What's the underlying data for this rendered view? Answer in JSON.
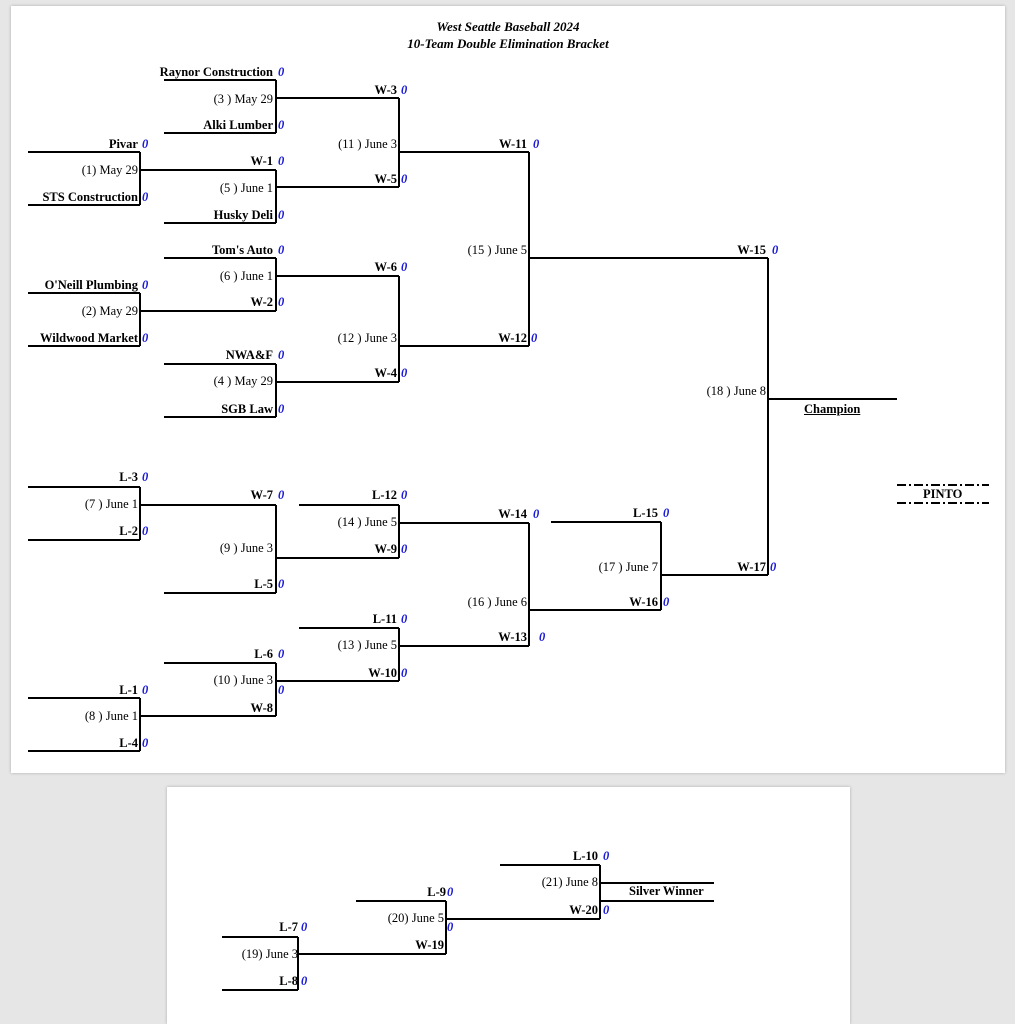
{
  "header": {
    "title": "West Seattle Baseball 2024",
    "subtitle": "10-Team Double Elimination Bracket"
  },
  "score": "0",
  "teams": {
    "raynor": "Raynor Construction",
    "alki": "Alki Lumber",
    "pivar": "Pivar",
    "sts": "STS Construction",
    "husky": "Husky Deli",
    "toms": "Tom's Auto",
    "oneill": "O'Neill Plumbing",
    "wildwood": "Wildwood Market",
    "nwaf": "NWA&F",
    "sgb": "SGB Law"
  },
  "slots": {
    "w1": "W-1",
    "w2": "W-2",
    "w3": "W-3",
    "w4": "W-4",
    "w5": "W-5",
    "w6": "W-6",
    "w7": "W-7",
    "w8": "W-8",
    "w9": "W-9",
    "w10": "W-10",
    "w11": "W-11",
    "w12": "W-12",
    "w13": "W-13",
    "w14": "W-14",
    "w15": "W-15",
    "w16": "W-16",
    "w17": "W-17",
    "w19": "W-19",
    "w20": "W-20",
    "l1": "L-1",
    "l2": "L-2",
    "l3": "L-3",
    "l4": "L-4",
    "l5": "L-5",
    "l6": "L-6",
    "l7": "L-7",
    "l8": "L-8",
    "l9": "L-9",
    "l10": "L-10",
    "l11": "L-11",
    "l12": "L-12",
    "l15": "L-15"
  },
  "games": {
    "g1": "(1) May 29",
    "g2": "(2) May 29",
    "g3": "(3 ) May 29",
    "g4": "(4 ) May 29",
    "g5": "(5 ) June 1",
    "g6": "(6 ) June 1",
    "g7": "(7 ) June 1",
    "g8": "(8 ) June 1",
    "g9": "(9 ) June 3",
    "g10": "(10 ) June 3",
    "g11": "(11 ) June 3",
    "g12": "(12 ) June 3",
    "g13": "(13 ) June 5",
    "g14": "(14 ) June 5",
    "g15": "(15 ) June 5",
    "g16": "(16 ) June 6",
    "g17": "(17 ) June 7",
    "g18": "(18 ) June 8",
    "g19": "(19) June 3",
    "g20": "(20) June 5",
    "g21": "(21) June 8"
  },
  "results": {
    "champion": "Champion",
    "pinto": "PINTO",
    "silver_winner": "Silver Winner"
  }
}
